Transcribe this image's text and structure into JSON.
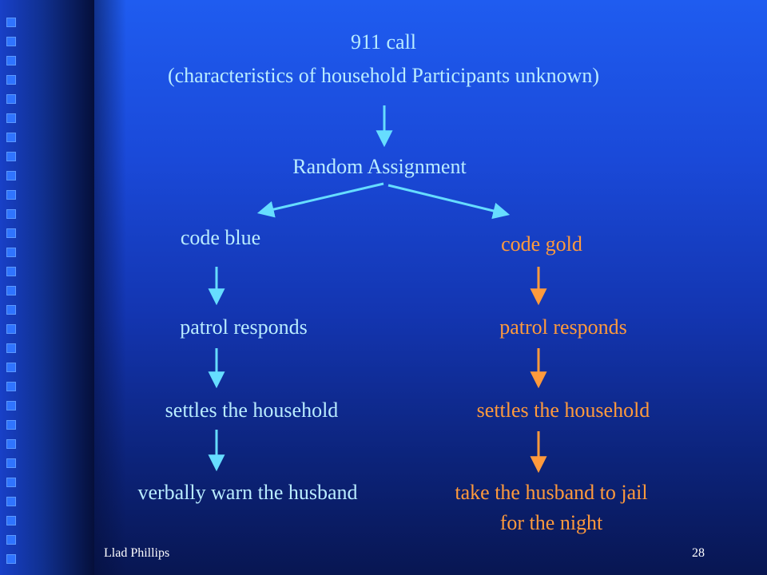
{
  "diagram": {
    "top": {
      "line1": "911 call",
      "line2": "(characteristics of household Participants unknown)"
    },
    "assignment": "Random Assignment",
    "blue": {
      "code": "code blue",
      "step1": "patrol responds",
      "step2": "settles the household",
      "step3": "verbally warn the husband"
    },
    "gold": {
      "code": "code gold",
      "step1": "patrol responds",
      "step2": "settles the household",
      "step3_line1": "take the husband to jail",
      "step3_line2": "for the night"
    }
  },
  "footer": {
    "author": "Llad Phillips",
    "page_number": "28"
  },
  "colors": {
    "cyan_text": "#b9ecff",
    "gold_text": "#ff9a3c",
    "cyan_arrow": "#66ddff",
    "gold_arrow": "#ff9a3c"
  }
}
